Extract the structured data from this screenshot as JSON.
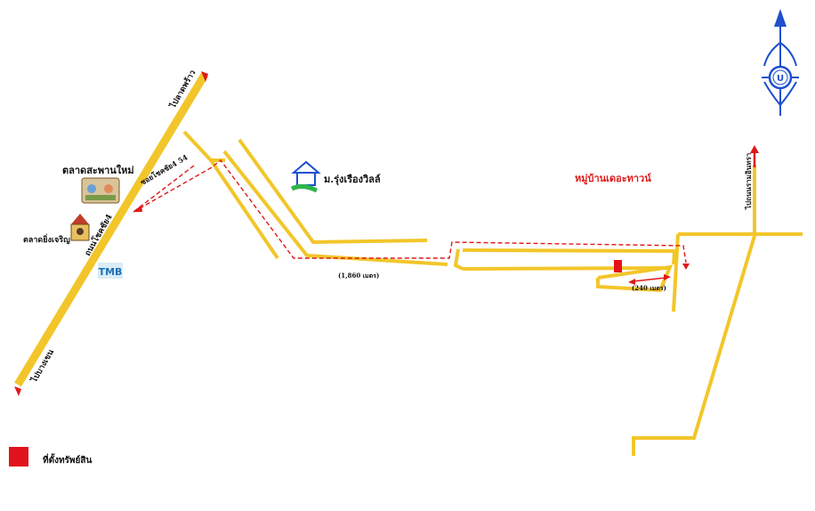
{
  "map": {
    "road_labels": {
      "to_ladprao": "ไปลาดพร้าว",
      "to_bangkhen": "ไปบางเขน",
      "chokchai4_road": "ถนนโชคชัย4",
      "soi_chokchai4_54": "ซอยโชคชัย4 54",
      "to_right_north": "ไปถนนรามอินทรา"
    },
    "places": {
      "new_bridge_market": "ตลาดสะพานใหม่",
      "yingcharoen_market": "ตลาดยิ่งเจริญ",
      "tmb_bank": "TMB",
      "village_rungruang": "ม.รุ่งเรืองวิลล์",
      "village_the_town": "หมู่บ้านเดอะทาวน์"
    },
    "distances": {
      "main_route": "(1,860 เมตร)",
      "final_segment": "(240 เมตร)"
    },
    "colors": {
      "road": "#f2c62a",
      "route": "#e01818",
      "property": "#e2121c",
      "compass": "#1d4fcf"
    },
    "compass_icon": "north-compass-rose",
    "compass_letter": "U"
  },
  "legend": {
    "label": "ที่ตั้งทรัพย์สิน"
  }
}
